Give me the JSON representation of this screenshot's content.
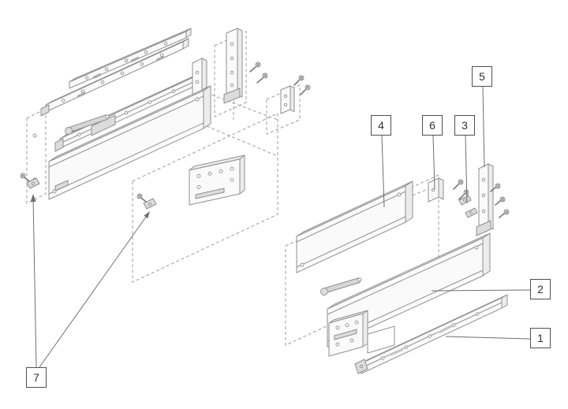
{
  "diagram": {
    "callouts": [
      {
        "label": "1"
      },
      {
        "label": "2"
      },
      {
        "label": "3"
      },
      {
        "label": "4"
      },
      {
        "label": "5"
      },
      {
        "label": "6"
      },
      {
        "label": "7"
      }
    ]
  },
  "colors": {
    "background": "#ffffff",
    "line": "#8f8f8f",
    "line_dark": "#7a7a7a",
    "dash": "#9c9c9c",
    "leader": "#6f6f6f",
    "face": "#fafafa",
    "face_top": "#ececec",
    "face_dark": "#dcdcdc",
    "callout_border": "#4f4f4f",
    "callout_text": "#2f2f2f"
  }
}
